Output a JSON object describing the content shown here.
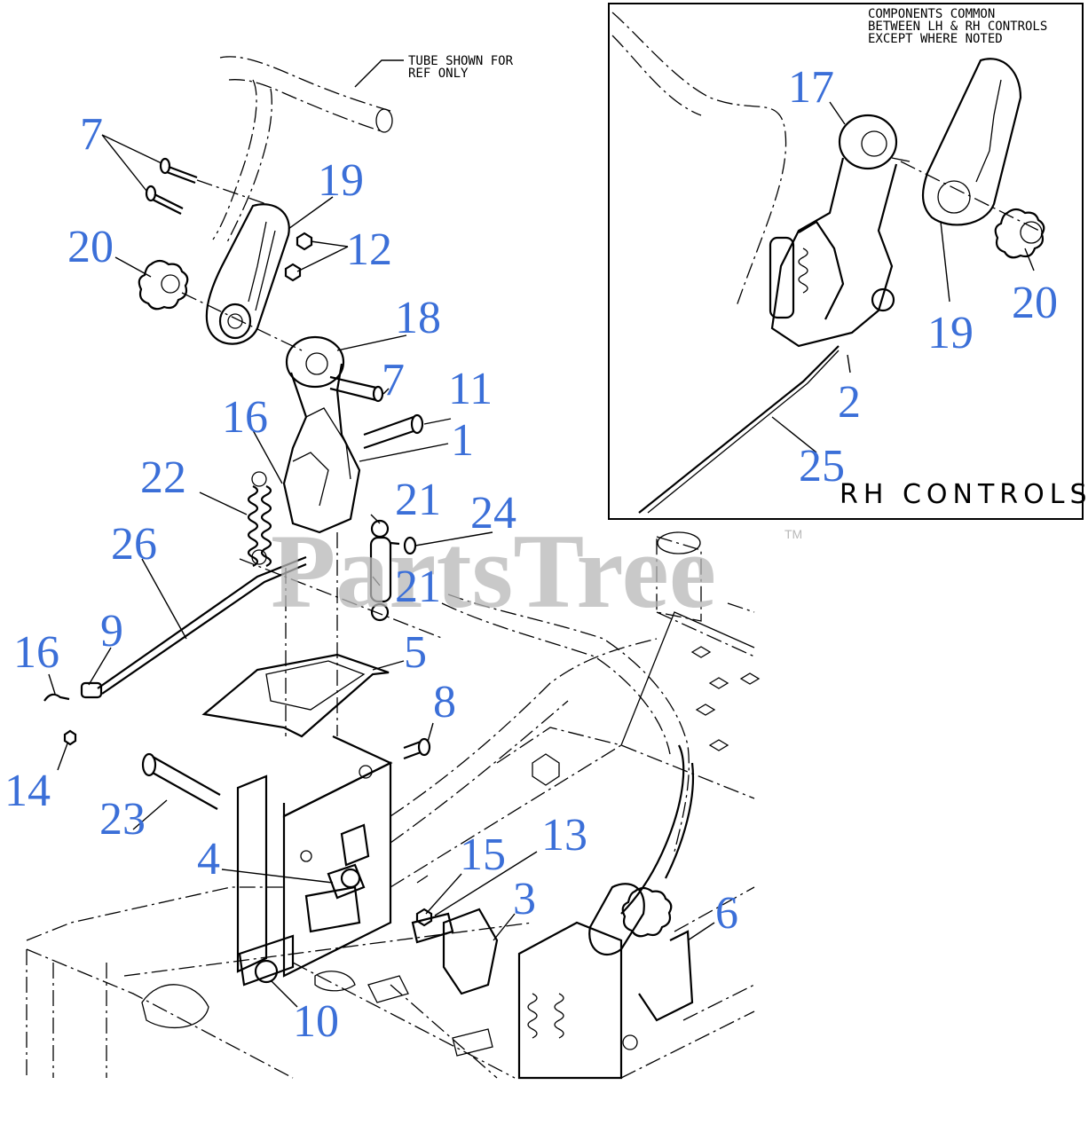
{
  "diagram": {
    "callouts": {
      "c1": "1",
      "c2": "2",
      "c3": "3",
      "c4": "4",
      "c5": "5",
      "c6": "6",
      "c7a": "7",
      "c7b": "7",
      "c8": "8",
      "c9": "9",
      "c10": "10",
      "c11": "11",
      "c12": "12",
      "c13": "13",
      "c14": "14",
      "c15": "15",
      "c16a": "16",
      "c16b": "16",
      "c17": "17",
      "c18": "18",
      "c19a": "19",
      "c19b": "19",
      "c20a": "20",
      "c20b": "20",
      "c21a": "21",
      "c21b": "21",
      "c22": "22",
      "c23": "23",
      "c24": "24",
      "c25": "25",
      "c26": "26"
    },
    "tube_note": [
      "TUBE SHOWN FOR",
      "REF ONLY"
    ],
    "inset": {
      "note": [
        "COMPONENTS COMMON",
        "BETWEEN LH & RH CONTROLS",
        "EXCEPT WHERE NOTED"
      ],
      "title": "RH CONTROLS"
    },
    "watermark": "PartsTree",
    "trademark": "TM"
  }
}
